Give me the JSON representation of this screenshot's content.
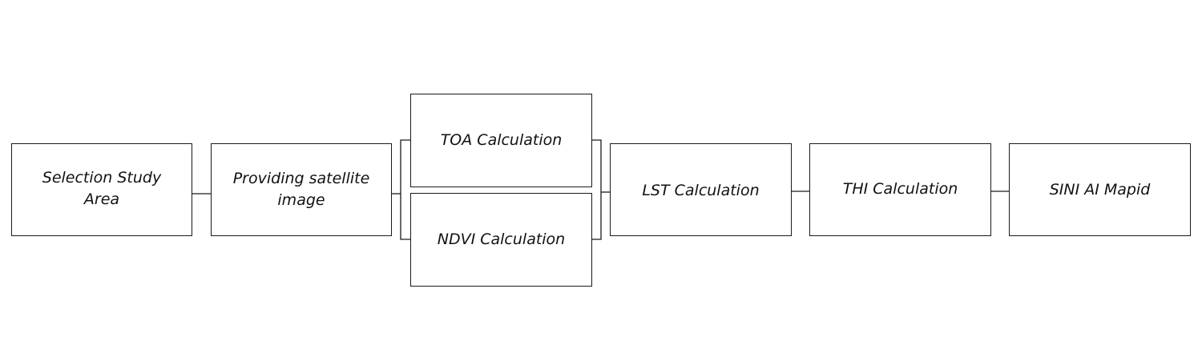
{
  "diagram": {
    "nodes": [
      {
        "id": "selection-study-area",
        "label": "Selection Study\nArea"
      },
      {
        "id": "providing-satellite-image",
        "label": "Providing satellite\nimage"
      },
      {
        "id": "toa-calculation",
        "label": "TOA Calculation"
      },
      {
        "id": "ndvi-calculation",
        "label": "NDVI Calculation"
      },
      {
        "id": "lst-calculation",
        "label": "LST Calculation"
      },
      {
        "id": "thi-calculation",
        "label": "THI Calculation"
      },
      {
        "id": "sini-ai-mapid",
        "label": "SINI AI Mapid"
      }
    ],
    "edges": [
      {
        "from": "selection-study-area",
        "to": "providing-satellite-image"
      },
      {
        "from": "providing-satellite-image",
        "to": "toa-calculation"
      },
      {
        "from": "providing-satellite-image",
        "to": "ndvi-calculation"
      },
      {
        "from": "toa-calculation",
        "to": "lst-calculation"
      },
      {
        "from": "ndvi-calculation",
        "to": "lst-calculation"
      },
      {
        "from": "lst-calculation",
        "to": "thi-calculation"
      },
      {
        "from": "thi-calculation",
        "to": "sini-ai-mapid"
      }
    ]
  }
}
